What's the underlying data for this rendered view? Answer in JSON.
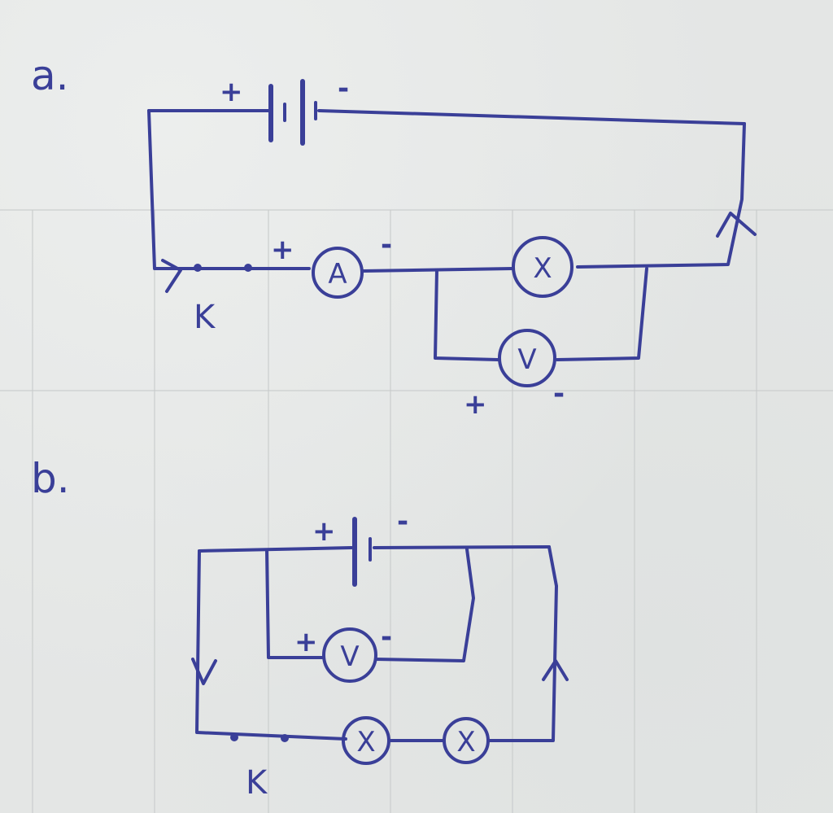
{
  "parts": [
    {
      "label": "a.",
      "switch_label": "K",
      "signs": {
        "battery_pos": "+",
        "battery_neg": "-",
        "ammeter_pos": "+",
        "ammeter_neg": "-",
        "voltmeter_pos": "+",
        "voltmeter_neg": "-"
      },
      "meters": {
        "ammeter": "A",
        "lamp": "X",
        "voltmeter": "V"
      }
    },
    {
      "label": "b.",
      "switch_label": "K",
      "signs": {
        "battery_pos": "+",
        "battery_neg": "-",
        "voltmeter_pos": "+",
        "voltmeter_neg": "-"
      },
      "meters": {
        "voltmeter": "V",
        "lamp1": "X",
        "lamp2": "X"
      }
    }
  ],
  "colors": {
    "ink": "#3a3f98",
    "paper": "#e4e6e5"
  }
}
